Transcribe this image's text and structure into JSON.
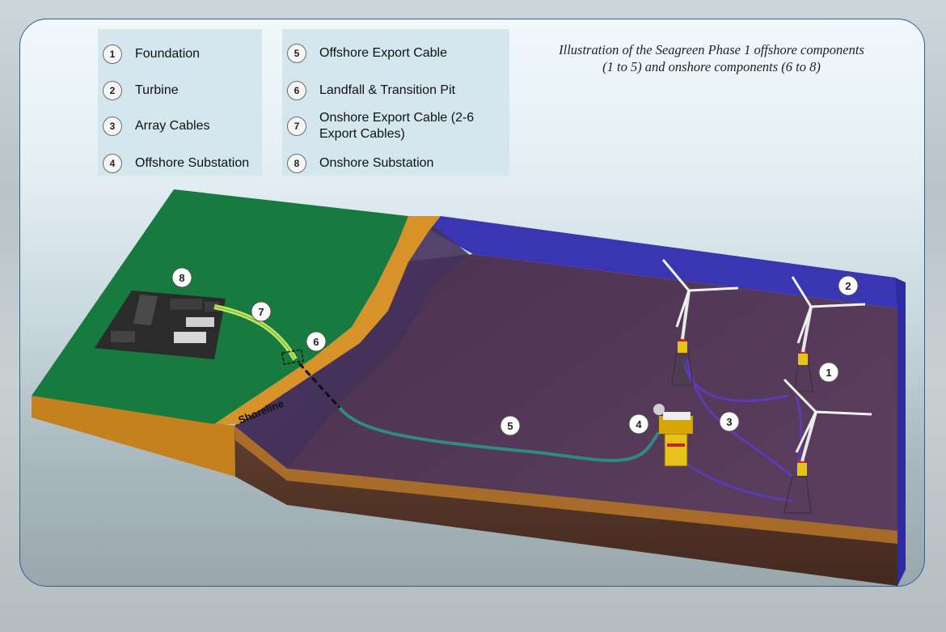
{
  "caption": {
    "line1": "Illustration of the Seagreen Phase 1 offshore components",
    "line2": "(1 to 5) and onshore components (6 to 8)"
  },
  "legend": {
    "left": [
      {
        "num": "1",
        "label": "Foundation"
      },
      {
        "num": "2",
        "label": "Turbine"
      },
      {
        "num": "3",
        "label": "Array Cables"
      },
      {
        "num": "4",
        "label": "Offshore Substation"
      }
    ],
    "right": [
      {
        "num": "5",
        "label": "Offshore Export Cable"
      },
      {
        "num": "6",
        "label": "Landfall & Transition Pit"
      },
      {
        "num": "7",
        "label": "Onshore Export Cable (2-6 Export Cables)"
      },
      {
        "num": "8",
        "label": "Onshore Substation"
      }
    ]
  },
  "diagram": {
    "shoreline_label": "Shoreline",
    "markers": {
      "m1": "1",
      "m2": "2",
      "m3": "3",
      "m4": "4",
      "m5": "5",
      "m6": "6",
      "m7": "7",
      "m8": "8"
    },
    "colors": {
      "land": "#177a3e",
      "shore": "#d8922a",
      "seabed": "#4e3352",
      "water_edge": "#3a35b3",
      "cable": "#5d3bb6",
      "export_cable": "#2f8a82",
      "onshore_cable": "#c7e86a"
    }
  }
}
